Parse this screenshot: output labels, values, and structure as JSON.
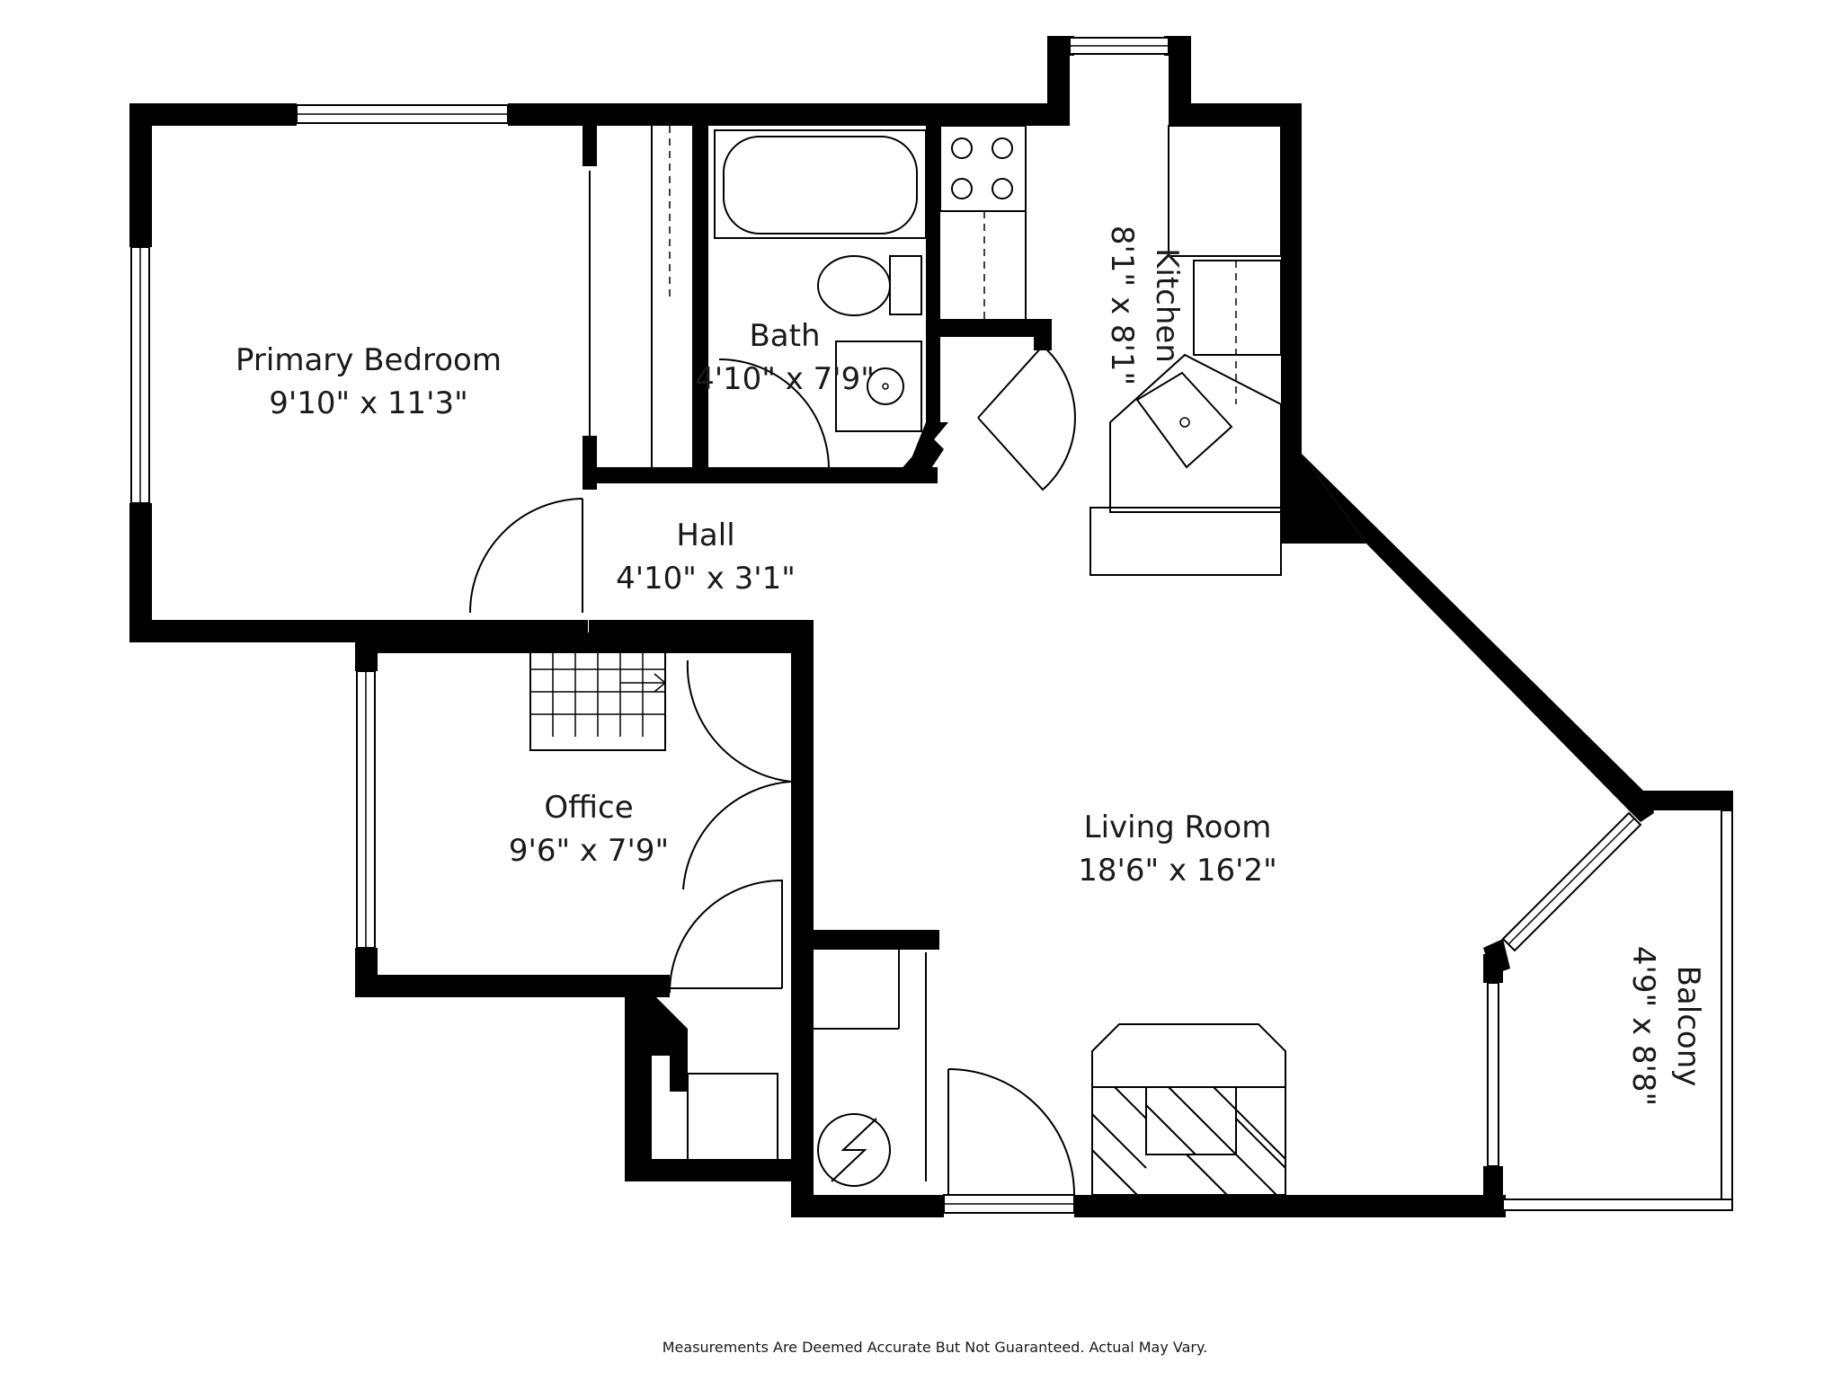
{
  "rooms": {
    "primary_bedroom": {
      "name": "Primary Bedroom",
      "dims": "9'10\" x 11'3\""
    },
    "bath": {
      "name": "Bath",
      "dims": "4'10\" x 7'9\""
    },
    "kitchen": {
      "name": "Kitchen",
      "dims": "8'1\" x 8'1\""
    },
    "hall": {
      "name": "Hall",
      "dims": "4'10\" x 3'1\""
    },
    "office": {
      "name": "Office",
      "dims": "9'6\" x 7'9\""
    },
    "living_room": {
      "name": "Living Room",
      "dims": "18'6\" x 16'2\""
    },
    "balcony": {
      "name": "Balcony",
      "dims": "4'9\" x 8'8\""
    }
  },
  "disclaimer": "Measurements Are Deemed Accurate But Not Guaranteed. Actual May Vary."
}
